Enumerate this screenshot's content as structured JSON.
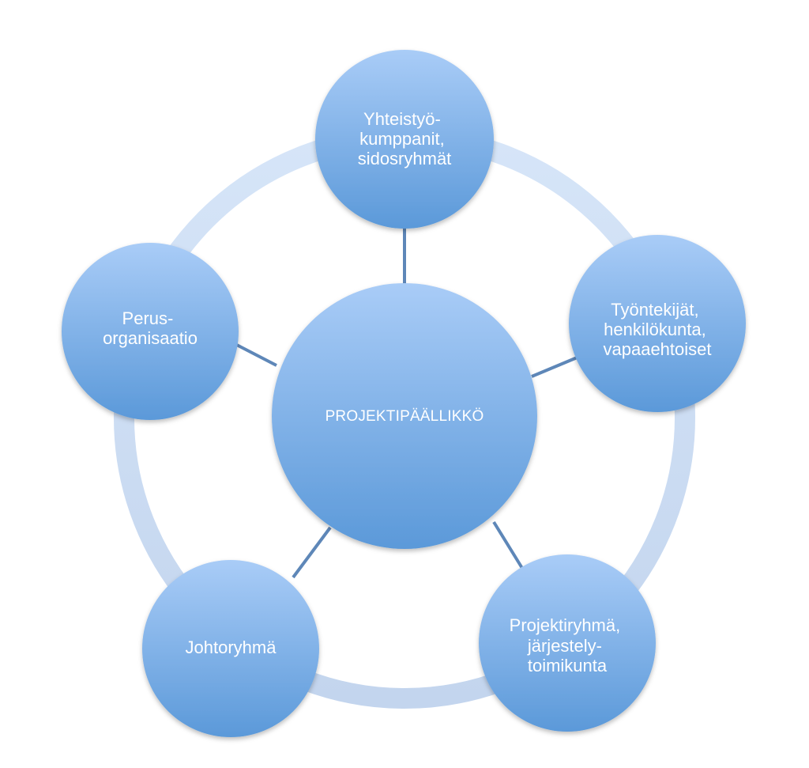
{
  "diagram": {
    "center": {
      "lines": [
        "PROJEKTIPÄÄLLIKKÖ"
      ]
    },
    "nodes": [
      {
        "id": "yhteistyokumppanit",
        "lines": [
          "Yhteistyö-",
          "kumppanit,",
          "sidosryhmät"
        ]
      },
      {
        "id": "tyontekijat",
        "lines": [
          "Työntekijät,",
          "henkilökunta,",
          "vapaaehtoiset"
        ]
      },
      {
        "id": "projektiryhma",
        "lines": [
          "Projektiryhmä,",
          "järjestely-",
          "toimikunta"
        ]
      },
      {
        "id": "johtoryhma",
        "lines": [
          "Johtoryhmä"
        ]
      },
      {
        "id": "perusorganisaatio",
        "lines": [
          "Perus-",
          "organisaatio"
        ]
      }
    ]
  },
  "colors": {
    "circle_top": "#a9ccf7",
    "circle_bottom": "#5b99d9",
    "ring": "#cddcf3",
    "connector": "#5e87b8",
    "text": "#ffffff"
  }
}
